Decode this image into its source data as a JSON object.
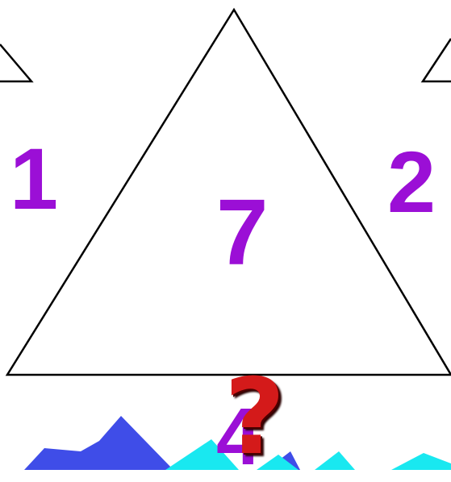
{
  "puzzle": {
    "left_number": "1",
    "center_number": "7",
    "right_number": "2",
    "bottom_number": "4",
    "question_mark": "?"
  },
  "colors": {
    "number": "#9b0fd6",
    "question_mark": "#d41a1a",
    "outline": "#000000",
    "background": "#ffffff",
    "mountain_blue": "#3f4de8",
    "mountain_cyan": "#19e8f0"
  },
  "icons": {
    "decor": "mountain-range-decoration",
    "question": "question-mark-icon"
  }
}
